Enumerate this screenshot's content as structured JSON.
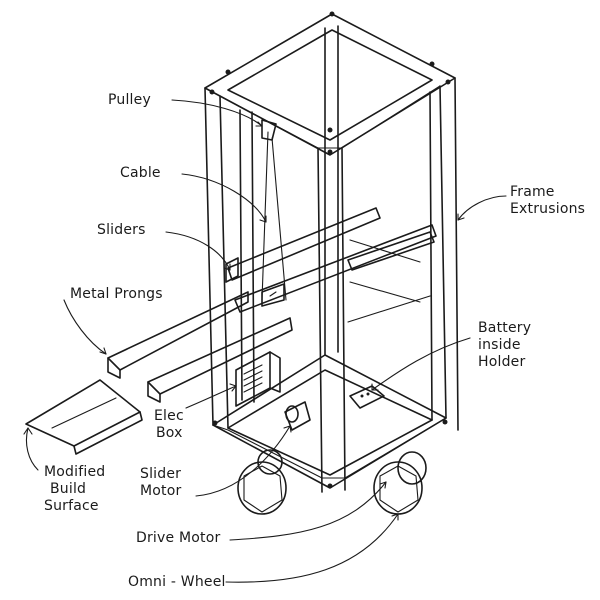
{
  "labels": {
    "pulley": "Pulley",
    "cable": "Cable",
    "sliders": "Sliders",
    "metal_prongs": "Metal Prongs",
    "modified_build_surface": [
      "Modified",
      "Build",
      "Surface"
    ],
    "elec_box": [
      "Elec",
      "Box"
    ],
    "slider_motor": [
      "Slider",
      "Motor"
    ],
    "drive_motor": "Drive Motor",
    "omni_wheel": "Omni - Wheel",
    "frame_extrusions": [
      "Frame",
      "Extrusions"
    ],
    "battery_inside_holder": [
      "Battery",
      "inside",
      "Holder"
    ]
  },
  "colors": {
    "ink": "#1b1b1b",
    "paper": "#ffffff"
  }
}
